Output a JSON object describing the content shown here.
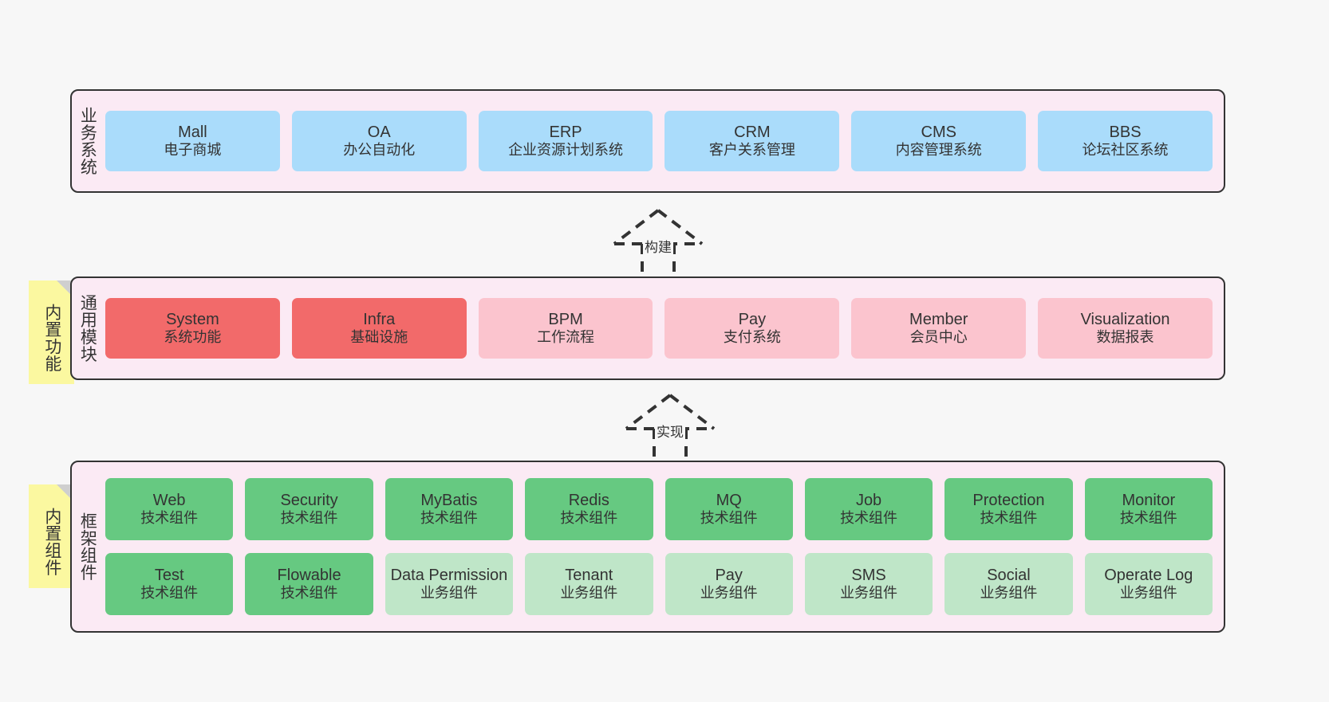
{
  "colors": {
    "background": "#f7f7f7",
    "panel_fill": "#fbeaf4",
    "panel_border": "#333333",
    "business_card": "#aadcfb",
    "module_primary": "#f26a6a",
    "module_secondary": "#fbc4ce",
    "tech_component": "#66c981",
    "biz_component": "#bfe6c8",
    "note": "#fbf8a0"
  },
  "layers": {
    "business": {
      "title": "业务系统",
      "cards": [
        {
          "name": "Mall",
          "desc": "电子商城"
        },
        {
          "name": "OA",
          "desc": "办公自动化"
        },
        {
          "name": "ERP",
          "desc": "企业资源计划系统"
        },
        {
          "name": "CRM",
          "desc": "客户关系管理"
        },
        {
          "name": "CMS",
          "desc": "内容管理系统"
        },
        {
          "name": "BBS",
          "desc": "论坛社区系统"
        }
      ]
    },
    "modules": {
      "title": "通用模块",
      "note": "内置功能",
      "cards": [
        {
          "name": "System",
          "desc": "系统功能",
          "style": "c-red"
        },
        {
          "name": "Infra",
          "desc": "基础设施",
          "style": "c-red"
        },
        {
          "name": "BPM",
          "desc": "工作流程",
          "style": "c-pink"
        },
        {
          "name": "Pay",
          "desc": "支付系统",
          "style": "c-pink"
        },
        {
          "name": "Member",
          "desc": "会员中心",
          "style": "c-pink"
        },
        {
          "name": "Visualization",
          "desc": "数据报表",
          "style": "c-pink"
        }
      ]
    },
    "framework": {
      "title": "框架组件",
      "note": "内置组件",
      "row1": [
        {
          "name": "Web",
          "desc": "技术组件",
          "style": "c-green"
        },
        {
          "name": "Security",
          "desc": "技术组件",
          "style": "c-green"
        },
        {
          "name": "MyBatis",
          "desc": "技术组件",
          "style": "c-green"
        },
        {
          "name": "Redis",
          "desc": "技术组件",
          "style": "c-green"
        },
        {
          "name": "MQ",
          "desc": "技术组件",
          "style": "c-green"
        },
        {
          "name": "Job",
          "desc": "技术组件",
          "style": "c-green"
        },
        {
          "name": "Protection",
          "desc": "技术组件",
          "style": "c-green"
        },
        {
          "name": "Monitor",
          "desc": "技术组件",
          "style": "c-green"
        }
      ],
      "row2": [
        {
          "name": "Test",
          "desc": "技术组件",
          "style": "c-green"
        },
        {
          "name": "Flowable",
          "desc": "技术组件",
          "style": "c-green"
        },
        {
          "name": "Data Permission",
          "desc": "业务组件",
          "style": "c-greenlight"
        },
        {
          "name": "Tenant",
          "desc": "业务组件",
          "style": "c-greenlight"
        },
        {
          "name": "Pay",
          "desc": "业务组件",
          "style": "c-greenlight"
        },
        {
          "name": "SMS",
          "desc": "业务组件",
          "style": "c-greenlight"
        },
        {
          "name": "Social",
          "desc": "业务组件",
          "style": "c-greenlight"
        },
        {
          "name": "Operate Log",
          "desc": "业务组件",
          "style": "c-greenlight"
        }
      ]
    }
  },
  "arrows": [
    {
      "label": "构建",
      "from": "modules",
      "to": "business"
    },
    {
      "label": "实现",
      "from": "framework",
      "to": "modules"
    }
  ]
}
